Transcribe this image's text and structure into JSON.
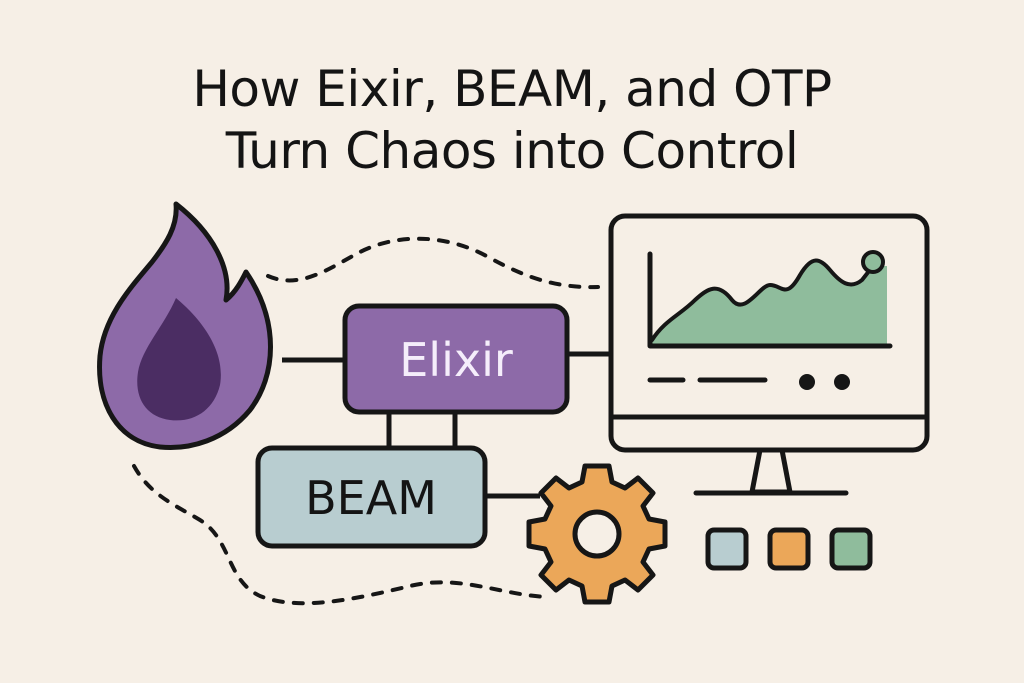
{
  "title": {
    "line1": "How Eixir, BEAM, and OTP",
    "line2": "Turn Chaos into Control"
  },
  "nodes": {
    "elixir": {
      "label": "Elixir",
      "fill": "#8d6aa8",
      "text_color": "#f5eefb"
    },
    "beam": {
      "label": "BEAM",
      "fill": "#b8cdd0",
      "text_color": "#141414"
    }
  },
  "colors": {
    "background": "#f6efe6",
    "outline": "#161616",
    "flame_outer": "#8d6aa8",
    "flame_inner": "#4b2d63",
    "gear": "#eba759",
    "chart_area": "#8fbc9c",
    "indicator_blue": "#b8cdd0",
    "indicator_orange": "#eba759",
    "indicator_green": "#8fbc9c"
  },
  "icons": [
    "flame-icon",
    "gear-icon",
    "monitor-icon",
    "area-chart-icon"
  ]
}
